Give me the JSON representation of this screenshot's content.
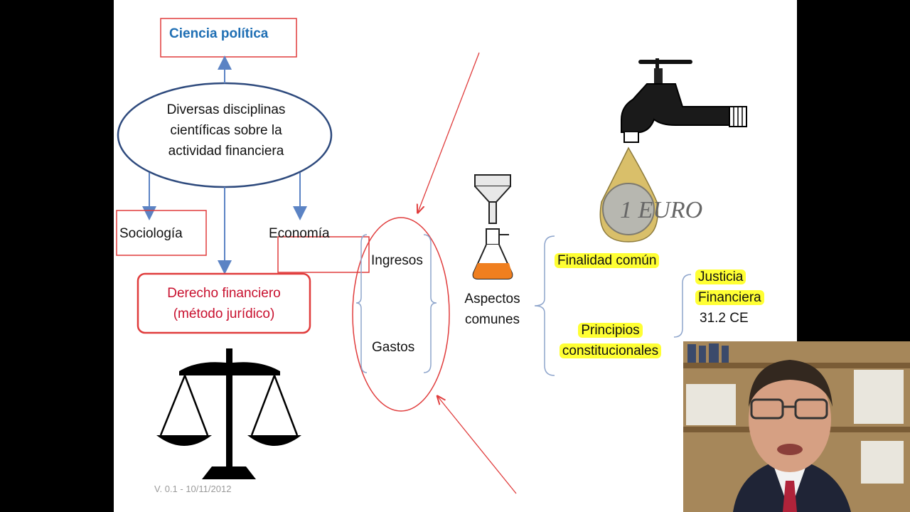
{
  "diagram": {
    "ciencia_politica": "Ciencia política",
    "ellipse_lines": [
      "Diversas disciplinas",
      "científicas sobre la",
      "actividad financiera"
    ],
    "sociologia": "Sociología",
    "economia": "Economía",
    "derecho_lines": [
      "Derecho financiero",
      "(método jurídico)"
    ],
    "ingresos": "Ingresos",
    "gastos": "Gastos",
    "aspectos_lines": [
      "Aspectos",
      "comunes"
    ],
    "finalidad": "Finalidad común",
    "principios_lines": [
      "Principios",
      "constitucionales"
    ],
    "justicia_lines": [
      "Justicia",
      "Financiera"
    ],
    "articulo": "31.2 CE",
    "coin_label": "1 EURO",
    "version": "V. 0.1 - 10/11/2012"
  },
  "colors": {
    "blue_shape": "#2e4a7d",
    "blue_arrow": "#5b83c4",
    "red": "#e03c3c",
    "highlight": "#ffff33",
    "title_blue": "#1f6fb4",
    "derecho_red": "#c8102e"
  },
  "icons": [
    "balance-scale-icon",
    "faucet-icon",
    "coin-drop-icon",
    "funnel-icon",
    "flask-icon"
  ]
}
